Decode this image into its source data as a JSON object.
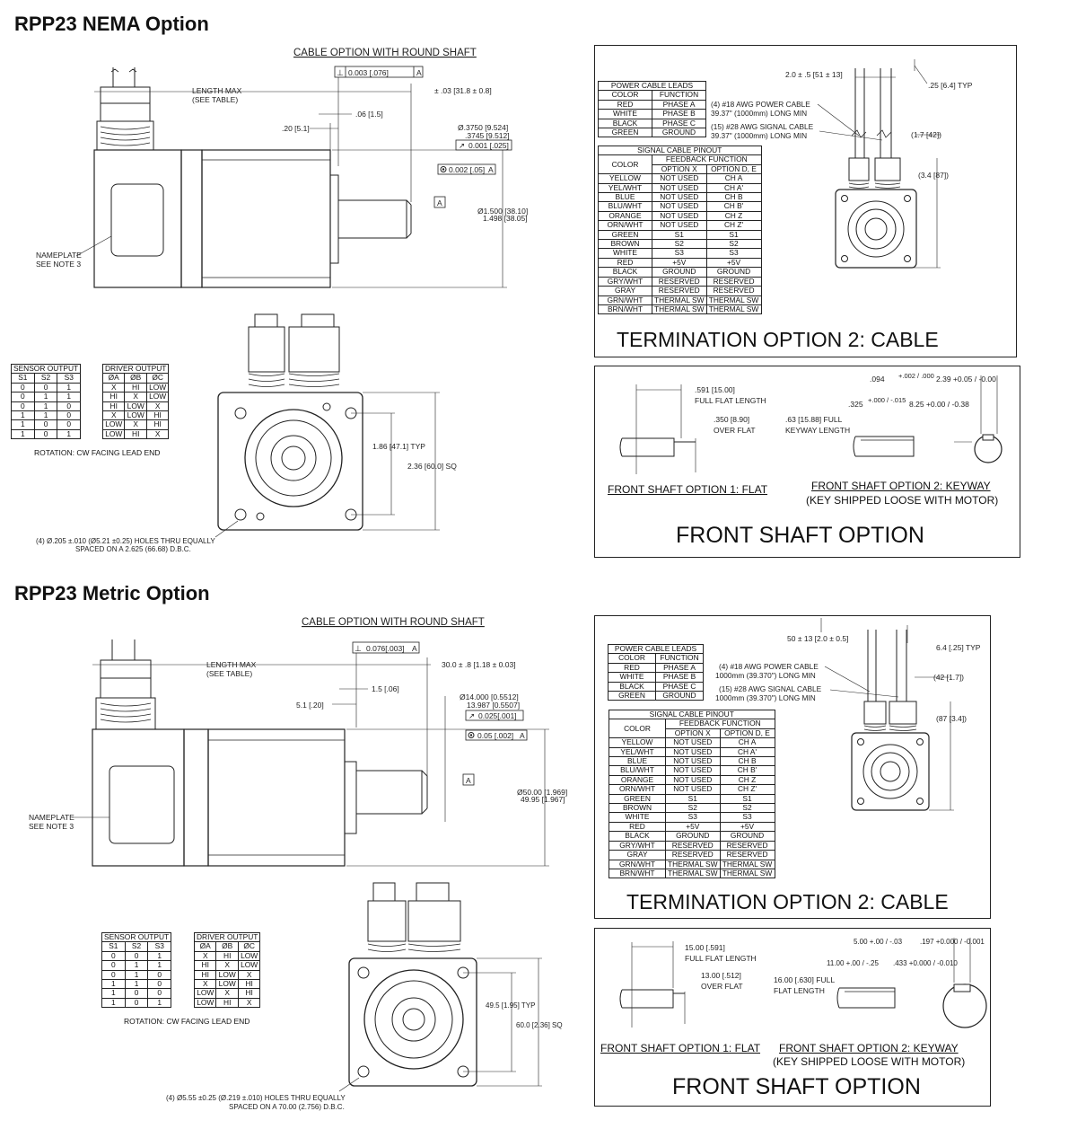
{
  "nema": {
    "title": "RPP23 NEMA Option",
    "drawing_title": "CABLE OPTION WITH ROUND SHAFT",
    "dims": {
      "perp": "0.003 [.076]",
      "perp_datum": "A",
      "length_max": "LENGTH MAX",
      "see_table": "(SEE TABLE)",
      "shaft_len": "± .03 [31.8 ± 0.8]",
      "d06": ".06 [1.5]",
      "d20": ".20 [5.1]",
      "shaft_dia": "Ø.3750 [9.524]",
      "shaft_dia2": ".3745 [9.512]",
      "runout": "0.001 [.025]",
      "conc": "0.002 [.05]",
      "conc_datum": "A",
      "datum_a": "A",
      "pilot": "Ø1.500 [38.10]",
      "pilot2": "1.498 [38.05]",
      "nameplate": "NAMEPLATE",
      "see_note": "SEE NOTE 3",
      "bc": "1.86 [47.1] TYP",
      "sq": "2.36 [60.0] SQ",
      "holes": "(4) Ø.205 ±.010 (Ø5.21 ±0.25) HOLES THRU EQUALLY",
      "holes2": "SPACED ON A 2.625 (66.68) D.B.C."
    },
    "sensor": {
      "header": "SENSOR OUTPUT",
      "cols": [
        "S1",
        "S2",
        "S3"
      ],
      "rows": [
        [
          "0",
          "0",
          "1"
        ],
        [
          "0",
          "1",
          "1"
        ],
        [
          "0",
          "1",
          "0"
        ],
        [
          "1",
          "1",
          "0"
        ],
        [
          "1",
          "0",
          "0"
        ],
        [
          "1",
          "0",
          "1"
        ]
      ]
    },
    "driver": {
      "header": "DRIVER OUTPUT",
      "cols": [
        "ØA",
        "ØB",
        "ØC"
      ],
      "rows": [
        [
          "X",
          "HI",
          "LOW"
        ],
        [
          "HI",
          "X",
          "LOW"
        ],
        [
          "HI",
          "LOW",
          "X"
        ],
        [
          "X",
          "LOW",
          "HI"
        ],
        [
          "LOW",
          "X",
          "HI"
        ],
        [
          "LOW",
          "HI",
          "X"
        ]
      ]
    },
    "rotation": "ROTATION: CW FACING LEAD END",
    "term": {
      "power_header": "POWER CABLE LEADS",
      "power_cols": [
        "COLOR",
        "FUNCTION"
      ],
      "power_rows": [
        [
          "RED",
          "PHASE A"
        ],
        [
          "WHITE",
          "PHASE B"
        ],
        [
          "BLACK",
          "PHASE C"
        ],
        [
          "GREEN",
          "GROUND"
        ]
      ],
      "signal_header": "SIGNAL CABLE PINOUT",
      "signal_color": "COLOR",
      "signal_feedback": "FEEDBACK FUNCTION",
      "signal_opt_x": "OPTION X",
      "signal_opt_de": "OPTION D, E",
      "signal_rows": [
        [
          "YELLOW",
          "NOT USED",
          "CH A"
        ],
        [
          "YEL/WHT",
          "NOT USED",
          "CH A'"
        ],
        [
          "BLUE",
          "NOT USED",
          "CH B"
        ],
        [
          "BLU/WHT",
          "NOT USED",
          "CH B'"
        ],
        [
          "ORANGE",
          "NOT USED",
          "CH Z"
        ],
        [
          "ORN/WHT",
          "NOT USED",
          "CH Z'"
        ],
        [
          "GREEN",
          "S1",
          "S1"
        ],
        [
          "BROWN",
          "S2",
          "S2"
        ],
        [
          "WHITE",
          "S3",
          "S3"
        ],
        [
          "RED",
          "+5V",
          "+5V"
        ],
        [
          "BLACK",
          "GROUND",
          "GROUND"
        ],
        [
          "GRY/WHT",
          "RESERVED",
          "RESERVED"
        ],
        [
          "GRAY",
          "RESERVED",
          "RESERVED"
        ],
        [
          "GRN/WHT",
          "THERMAL SW",
          "THERMAL SW"
        ],
        [
          "BRN/WHT",
          "THERMAL SW",
          "THERMAL SW"
        ]
      ],
      "cable_len": "2.0 ± .5 [51 ± 13]",
      "typ": ".25 [6.4] TYP",
      "power_note": "(4) #18 AWG POWER CABLE",
      "power_note2": "39.37\" (1000mm) LONG MIN",
      "signal_note": "(15) #28 AWG SIGNAL CABLE",
      "signal_note2": "39.37\" (1000mm) LONG MIN",
      "dim1": "(1.7 [42])",
      "dim2": "(3.4 [87])",
      "caption": "TERMINATION OPTION 2: CABLE"
    },
    "shaft": {
      "full_flat": ".591 [15.00]",
      "full_flat2": "FULL FLAT LENGTH",
      "over_flat": ".350 [8.90]",
      "over_flat2": "OVER FLAT",
      "key_full": ".63 [15.88] FULL",
      "key_len": "KEYWAY LENGTH",
      "tol1": ".094",
      "tol1b": "+.002 / .000",
      "tol1c": "2.39 +0.05 / -0.00",
      "tol2": ".325",
      "tol2b": "+.000 / -.015",
      "tol2c": "8.25 +0.00 / -0.38",
      "opt1": "FRONT SHAFT OPTION 1: FLAT",
      "opt2": "FRONT SHAFT OPTION 2: KEYWAY",
      "opt2b": "(KEY SHIPPED LOOSE WITH MOTOR)",
      "caption": "FRONT SHAFT OPTION"
    }
  },
  "metric": {
    "title": "RPP23 Metric Option",
    "drawing_title": "CABLE OPTION WITH ROUND SHAFT",
    "dims": {
      "perp": "0.076[.003]",
      "perp_datum": "A",
      "length_max": "LENGTH MAX",
      "see_table": "(SEE TABLE)",
      "shaft_len": "30.0 ± .8 [1.18 ± 0.03]",
      "d15": "1.5 [.06]",
      "d51": "5.1 [.20]",
      "shaft_dia": "Ø14.000 [0.5512]",
      "shaft_dia2": "13.987 [0.5507]",
      "runout": "0.025[.001]",
      "conc": "0.05 [.002]",
      "conc_datum": "A",
      "datum_a": "A",
      "pilot": "Ø50.00 [1.969]",
      "pilot2": "49.95 [1.967]",
      "nameplate": "NAMEPLATE",
      "see_note": "SEE NOTE 3",
      "bc": "49.5 [1.95] TYP",
      "sq": "60.0 [2.36] SQ",
      "holes": "(4) Ø5.55 ±0.25 (Ø.219 ±.010) HOLES THRU EQUALLY",
      "holes2": "SPACED ON A 70.00 (2.756) D.B.C."
    },
    "rotation": "ROTATION: CW FACING LEAD END",
    "term": {
      "cable_len": "50 ± 13 [2.0 ± 0.5]",
      "typ": "6.4 [.25] TYP",
      "power_note": "(4) #18 AWG POWER CABLE",
      "power_note2": "1000mm (39.370\") LONG MIN",
      "signal_note": "(15) #28 AWG SIGNAL CABLE",
      "signal_note2": "1000mm (39.370\") LONG MIN",
      "dim1": "(42 [1.7])",
      "dim2": "(87 [3.4])",
      "caption": "TERMINATION OPTION 2: CABLE"
    },
    "shaft": {
      "full_flat": "15.00 [.591]",
      "full_flat2": "FULL FLAT LENGTH",
      "over_flat": "13.00 [.512]",
      "over_flat2": "OVER FLAT",
      "key_full": "16.00 [.630] FULL",
      "key_len": "FLAT LENGTH",
      "tol1": "5.00 +.00 / -.03",
      "tol1c": ".197 +0.000 / -0.001",
      "tol2": "11.00 +.00 / -.25",
      "tol2c": ".433 +0.000 / -0.010",
      "opt1": "FRONT SHAFT OPTION 1: FLAT",
      "opt2": "FRONT SHAFT OPTION 2: KEYWAY",
      "opt2b": "(KEY SHIPPED LOOSE WITH MOTOR)",
      "caption": "FRONT SHAFT OPTION"
    }
  }
}
